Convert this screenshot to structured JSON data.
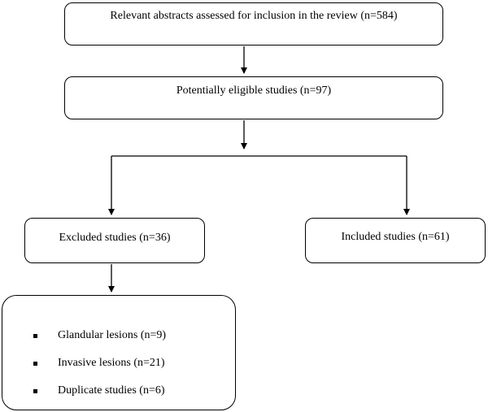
{
  "flowchart": {
    "abstracts": "Relevant abstracts assessed for inclusion in the review (n=584)",
    "eligible": "Potentially eligible studies (n=97)",
    "excluded": "Excluded studies (n=36)",
    "included": "Included studies (n=61)",
    "exclusion_reasons": [
      "Glandular lesions (n=9)",
      "Invasive lesions (n=21)",
      "Duplicate studies (n=6)"
    ]
  }
}
